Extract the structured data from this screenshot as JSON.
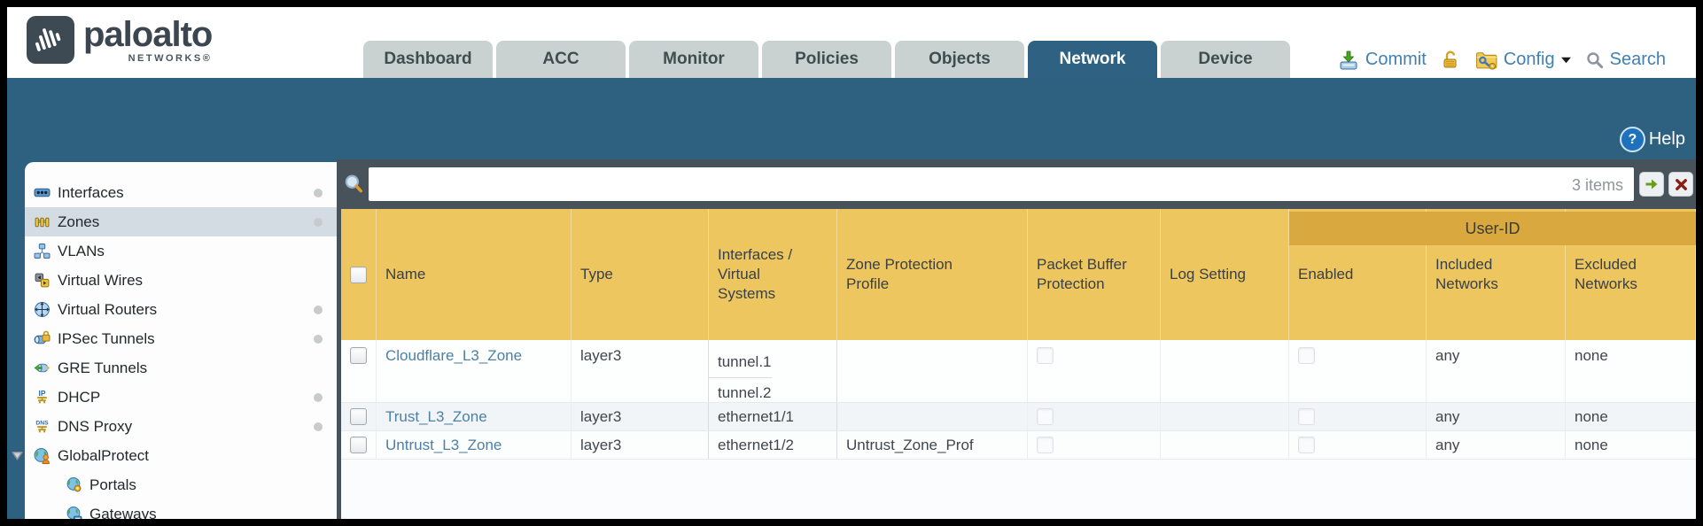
{
  "brand": {
    "logo": "paloalto",
    "sub": "NETWORKS®"
  },
  "nav_tabs": [
    {
      "label": "Dashboard",
      "active": false
    },
    {
      "label": "ACC",
      "active": false
    },
    {
      "label": "Monitor",
      "active": false
    },
    {
      "label": "Policies",
      "active": false
    },
    {
      "label": "Objects",
      "active": false
    },
    {
      "label": "Network",
      "active": true
    },
    {
      "label": "Device",
      "active": false
    }
  ],
  "header_actions": {
    "commit": "Commit",
    "config": "Config",
    "search": "Search"
  },
  "toolbar": {
    "help": "Help"
  },
  "sidebar": {
    "items": [
      {
        "label": "Interfaces",
        "icon": "interfaces-icon",
        "dot": true
      },
      {
        "label": "Zones",
        "icon": "zones-icon",
        "dot": true,
        "selected": true
      },
      {
        "label": "VLANs",
        "icon": "vlans-icon"
      },
      {
        "label": "Virtual Wires",
        "icon": "virtual-wires-icon"
      },
      {
        "label": "Virtual Routers",
        "icon": "virtual-routers-icon",
        "dot": true
      },
      {
        "label": "IPSec Tunnels",
        "icon": "ipsec-tunnels-icon",
        "dot": true
      },
      {
        "label": "GRE Tunnels",
        "icon": "gre-tunnels-icon"
      },
      {
        "label": "DHCP",
        "icon": "dhcp-icon",
        "dot": true
      },
      {
        "label": "DNS Proxy",
        "icon": "dns-proxy-icon",
        "dot": true
      },
      {
        "label": "GlobalProtect",
        "icon": "globalprotect-icon",
        "expander": true
      },
      {
        "label": "Portals",
        "icon": "portals-icon",
        "indent": true
      },
      {
        "label": "Gateways",
        "icon": "gateways-icon",
        "indent": true
      }
    ]
  },
  "filter": {
    "value": "",
    "count": "3 items"
  },
  "table": {
    "user_id_group_label": "User-ID",
    "columns": [
      "Name",
      "Type",
      "Interfaces / Virtual Systems",
      "Zone Protection Profile",
      "Packet Buffer Protection",
      "Log Setting",
      "Enabled",
      "Included Networks",
      "Excluded Networks"
    ],
    "rows": [
      {
        "name": "Cloudflare_L3_Zone",
        "type": "layer3",
        "interfaces": [
          "tunnel.1",
          "tunnel.2"
        ],
        "zone_protection_profile": "",
        "packet_buffer_protection": false,
        "log_setting": "",
        "user_id_enabled": false,
        "included_networks": "any",
        "excluded_networks": "none"
      },
      {
        "name": "Trust_L3_Zone",
        "type": "layer3",
        "interfaces": [
          "ethernet1/1"
        ],
        "zone_protection_profile": "",
        "packet_buffer_protection": false,
        "log_setting": "",
        "user_id_enabled": false,
        "included_networks": "any",
        "excluded_networks": "none"
      },
      {
        "name": "Untrust_L3_Zone",
        "type": "layer3",
        "interfaces": [
          "ethernet1/2"
        ],
        "zone_protection_profile": "Untrust_Zone_Prof",
        "packet_buffer_protection": false,
        "log_setting": "",
        "user_id_enabled": false,
        "included_networks": "any",
        "excluded_networks": "none"
      }
    ]
  },
  "colors": {
    "accent_teal": "#2e6182",
    "header_gold": "#edc65f",
    "user_id_band_gold": "#d9a93f",
    "link_blue": "#4d80a4",
    "slate": "#48525a",
    "action_blue": "#4080b2"
  }
}
